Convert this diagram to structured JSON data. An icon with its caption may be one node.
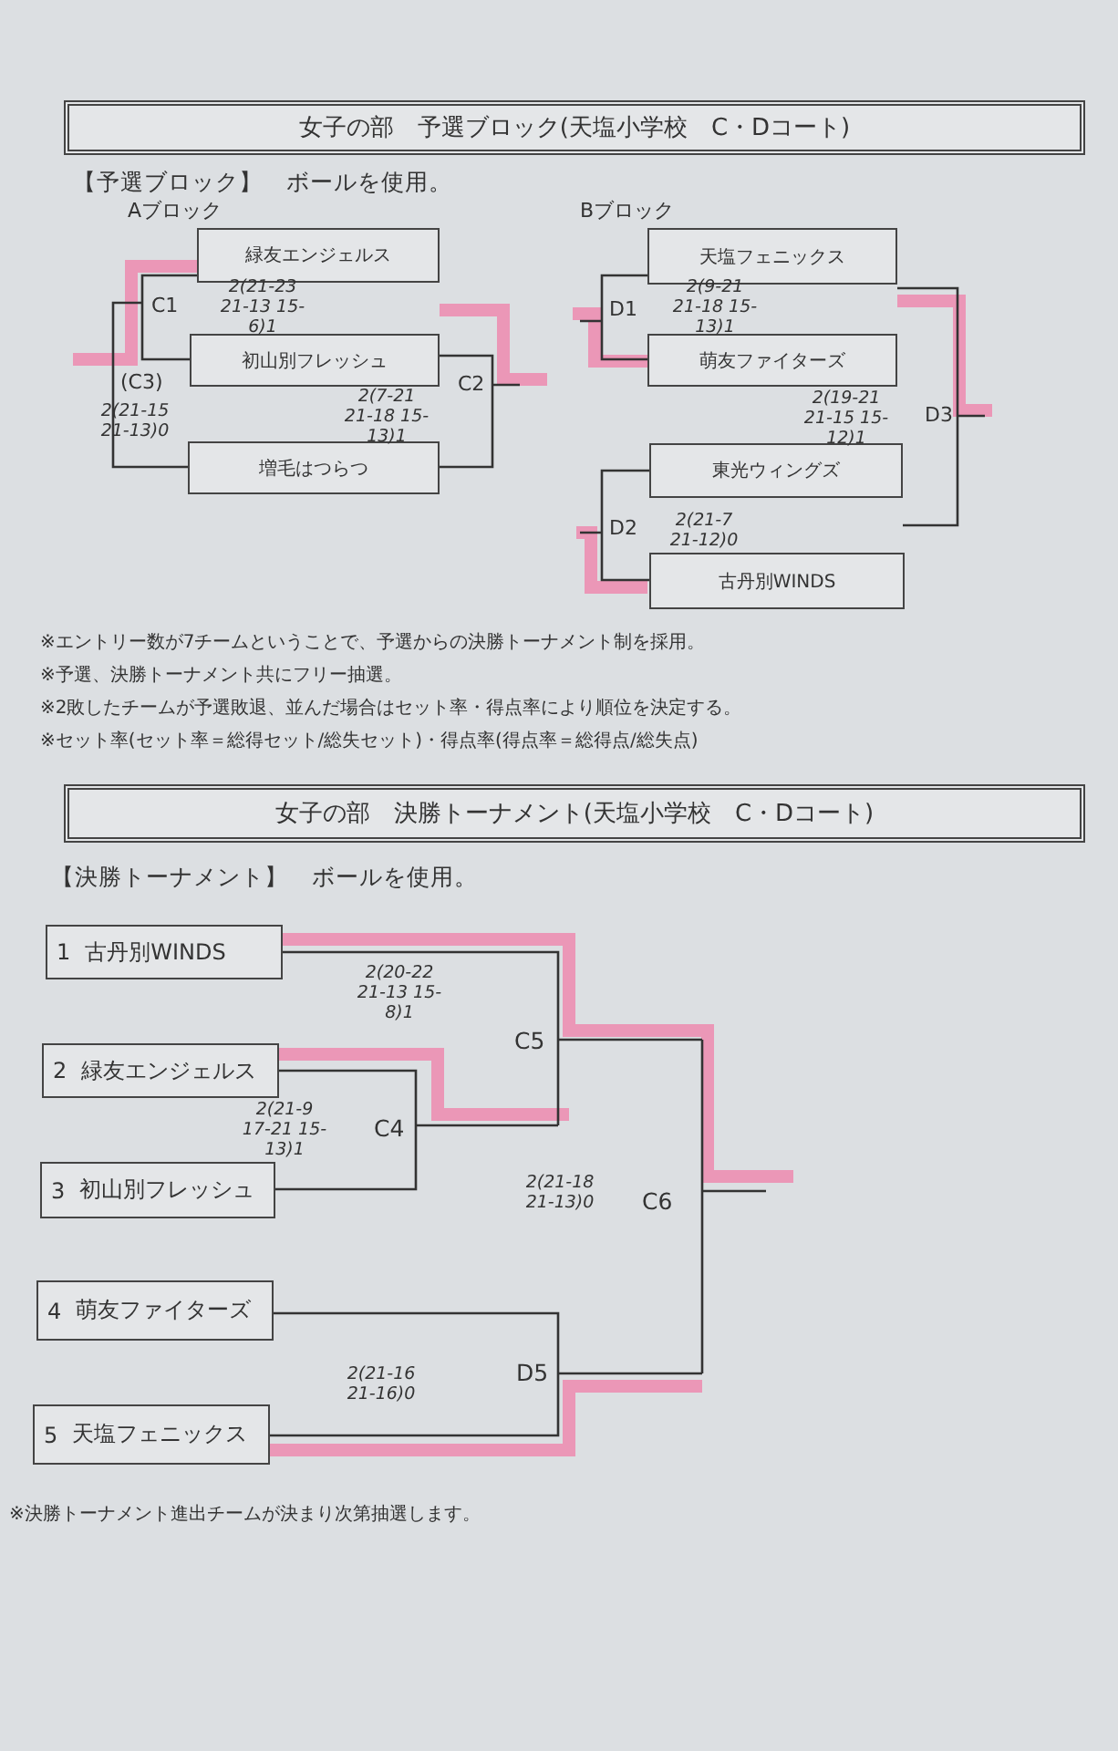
{
  "diagram": {
    "nodes": [
      {
        "text": [
          "女子の部　予選ブロック(天塩小学校　C・Dコート)"
        ]
      },
      {
        "text": [
          "緑友エンジェルス"
        ]
      },
      {
        "text": [
          "初山別フレッシュ"
        ]
      },
      {
        "text": [
          "増毛はつらつ"
        ]
      },
      {
        "text": [
          "天塩フェニックス"
        ]
      },
      {
        "text": [
          "萌友ファイターズ"
        ]
      },
      {
        "text": [
          "東光ウィングズ"
        ]
      },
      {
        "text": [
          "古丹別WINDS"
        ]
      },
      {
        "text": [
          "女子の部　決勝トーナメント(天塩小学校　C・Dコート)"
        ]
      },
      {
        "text": [
          "1",
          "古丹別WINDS"
        ]
      },
      {
        "text": [
          "2",
          "緑友エンジェルス"
        ]
      },
      {
        "text": [
          "3",
          "初山別フレッシュ"
        ]
      },
      {
        "text": [
          "4",
          "萌友ファイターズ"
        ]
      },
      {
        "text": [
          "5",
          "天塩フェニックス"
        ]
      }
    ],
    "edges": [],
    "labels": [
      "【予選ブロック】　ボールを使用。",
      "Aブロック",
      "Bブロック",
      "C1",
      "2(21-23 21-13 15-6)1",
      "D1",
      "2(9-21 21-18 15-13)1",
      "(C3)",
      "C2",
      "2(21-15 21-13)0",
      "2(7-21 21-18 15-13)1",
      "2(19-21 21-15 15-12)1",
      "D3",
      "D2",
      "2(21-7 21-12)0",
      "※エントリー数が7チームということで、予選からの決勝トーナメント制を採用。",
      "※予選、決勝トーナメント共にフリー抽選。",
      "※2敗したチームが予選敗退、並んだ場合はセット率・得点率により順位を決定する。",
      "※セット率(セット率＝総得セット/総失セット)・得点率(得点率＝総得点/総失点)",
      "【決勝トーナメント】　ボールを使用。",
      "2(20-22 21-13 15-8)1",
      "C5",
      "2(21-9 17-21 15-13)1",
      "C4",
      "2(21-18 21-13)0",
      "C6",
      "2(21-16 21-16)0",
      "D5",
      "※決勝トーナメント進出チームが決まり次第抽選します。"
    ]
  }
}
